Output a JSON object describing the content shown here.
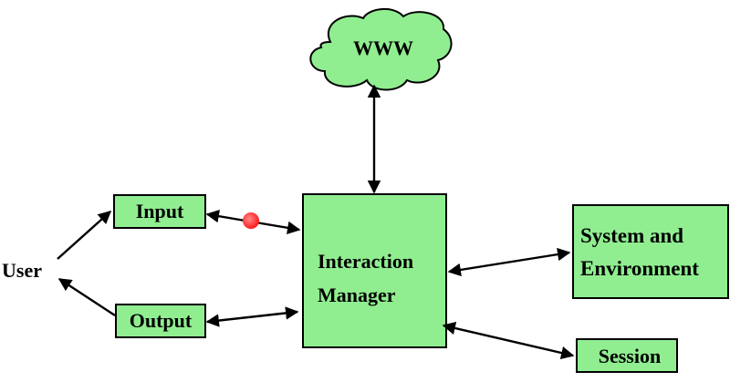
{
  "nodes": {
    "www": "WWW",
    "user": "User",
    "input": "Input",
    "output": "Output",
    "interaction_manager": [
      "Interaction",
      "Manager"
    ],
    "system_environment": [
      "System and",
      "Environment"
    ],
    "session": "Session"
  },
  "colors": {
    "node_fill": "#90ee90",
    "stroke": "#000000",
    "marker": "#ff0000"
  }
}
